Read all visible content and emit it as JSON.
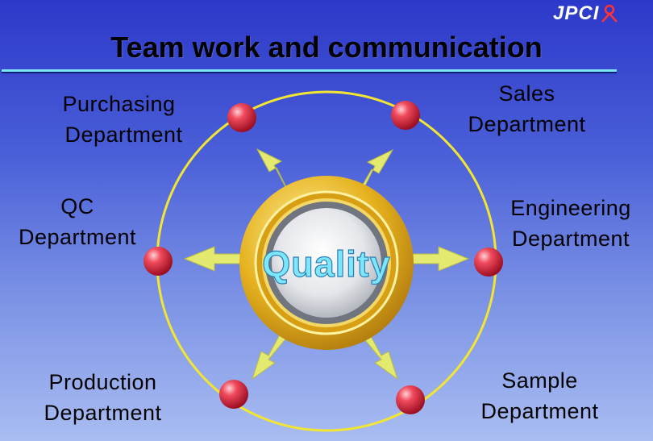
{
  "logo": {
    "text": "JPCI"
  },
  "title": "Team work and communication",
  "center_label": "Quality",
  "departments": [
    {
      "line1": "Purchasing",
      "line2": "Department"
    },
    {
      "line1": "Sales",
      "line2": "Department"
    },
    {
      "line1": "QC",
      "line2": "Department"
    },
    {
      "line1": "Engineering",
      "line2": "Department"
    },
    {
      "line1": "Production",
      "line2": "Department"
    },
    {
      "line1": "Sample",
      "line2": "Department"
    }
  ],
  "colors": {
    "background_top": "#2c38c9",
    "background_bottom": "#a9bdf2",
    "ring": "#f2e632",
    "arrow": "#e8ef7c",
    "node": "#e8394b",
    "hub_gold": "#e5b321",
    "title_rule": "#7fe6ff",
    "quality_text": "#7fe6ff"
  }
}
